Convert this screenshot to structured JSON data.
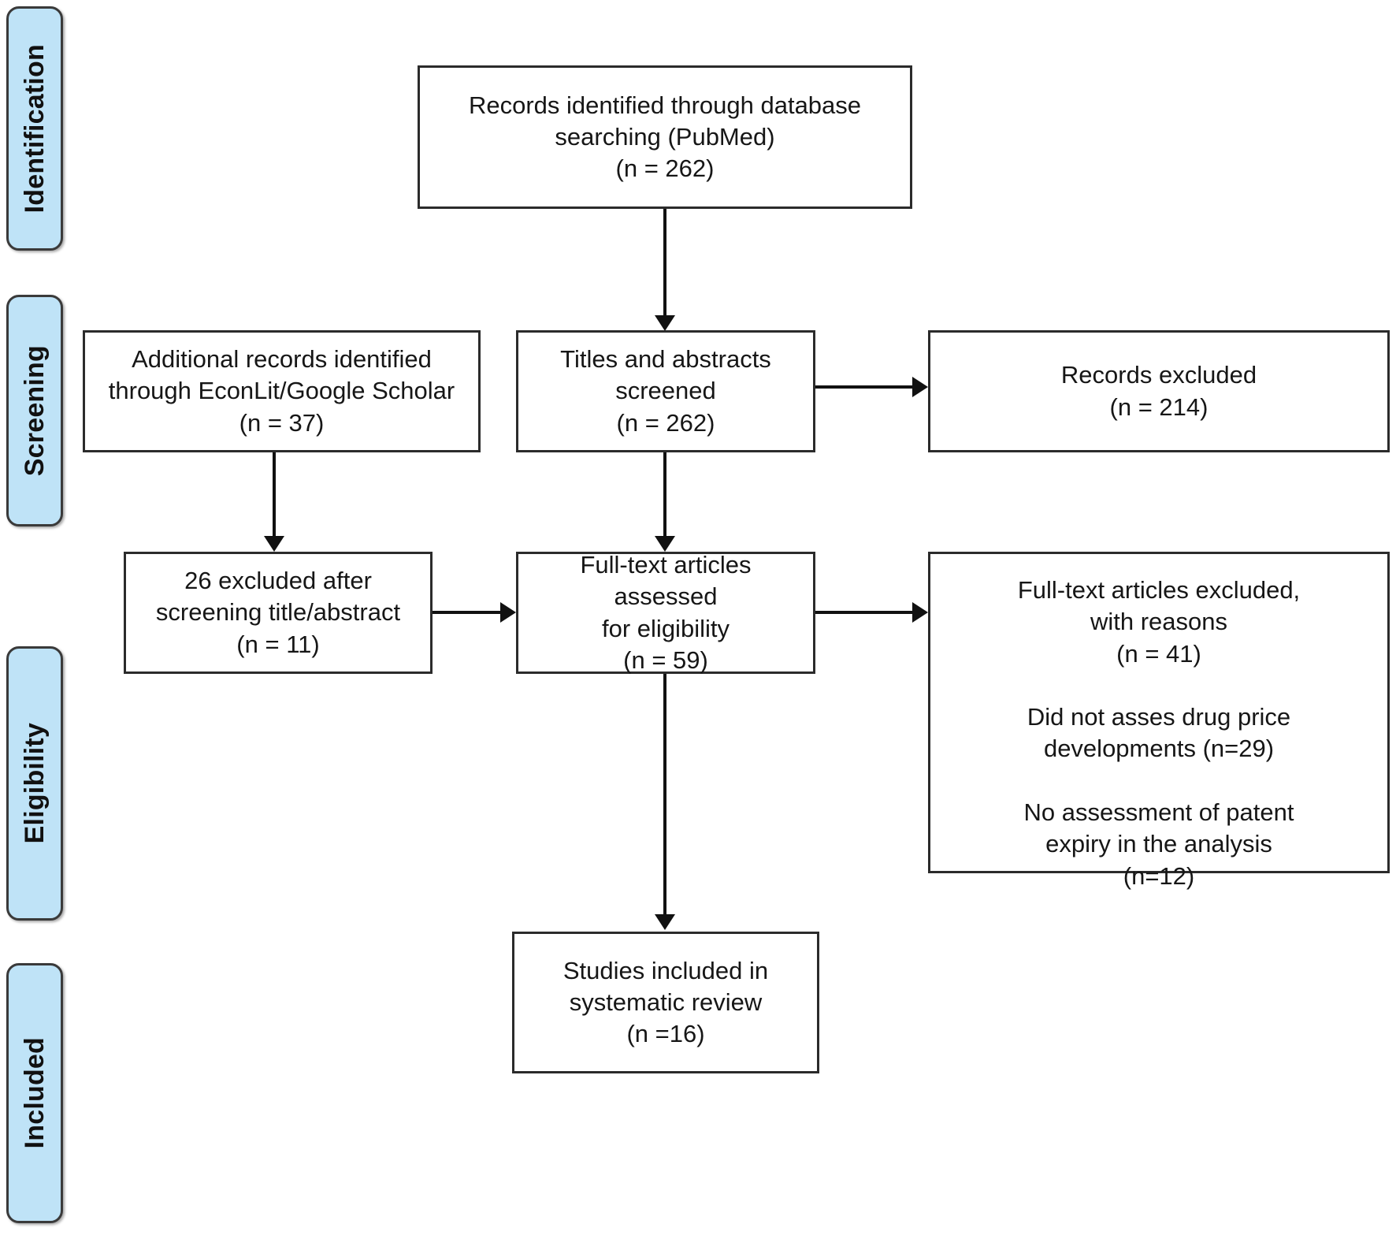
{
  "diagram": {
    "title": "PRISMA flow diagram",
    "accent_color": "#bfe3f7",
    "border_color": "#2b2b2b",
    "stages": [
      {
        "key": "identification",
        "label": "Identification"
      },
      {
        "key": "screening",
        "label": "Screening"
      },
      {
        "key": "eligibility",
        "label": "Eligibility"
      },
      {
        "key": "included",
        "label": "Included"
      }
    ],
    "boxes": {
      "records_identified": "Records identified through database\nsearching (PubMed)\n(n = 262)",
      "additional_records": "Additional records identified\nthrough EconLit/Google Scholar\n(n = 37)",
      "titles_screened": "Titles and abstracts\nscreened\n(n = 262)",
      "records_excluded": "Records excluded\n(n = 214)",
      "excluded_after_screening": "26 excluded after\nscreening title/abstract\n(n = 11)",
      "fulltext_assessed": "Full-text articles assessed\nfor eligibility\n(n = 59)",
      "fulltext_excluded": "Full-text articles excluded,\nwith reasons\n(n = 41)\n\nDid not asses drug price\ndevelopments  (n=29)\n\nNo assessment of patent\nexpiry in the analysis\n(n=12)",
      "studies_included": "Studies included in\nsystematic review\n(n =16)"
    },
    "counts": {
      "records_identified_n": 262,
      "additional_records_n": 37,
      "titles_screened_n": 262,
      "records_excluded_n": 214,
      "excluded_after_screening_n": 11,
      "excluded_after_screening_label_n": 26,
      "fulltext_assessed_n": 59,
      "fulltext_excluded_n": 41,
      "reason_no_drug_price_n": 29,
      "reason_no_patent_expiry_n": 12,
      "studies_included_n": 16
    }
  }
}
